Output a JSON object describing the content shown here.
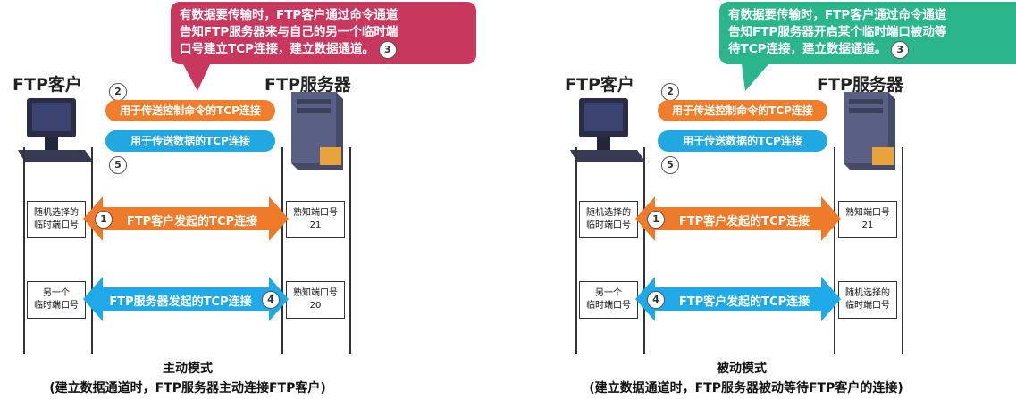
{
  "active": {
    "client_label": "FTP客户",
    "server_label": "FTP服务器",
    "callout": {
      "line1": "有数据要传输时，FTP客户通过命令通道",
      "line2": "告知FTP服务器来与自己的另一个临时端",
      "line3": "口号建立TCP连接，建立数据通道。",
      "num": "3"
    },
    "control_pill": {
      "num": "2",
      "label": "用于传送控制命令的TCP连接"
    },
    "data_pill": {
      "num": "5",
      "label": "用于传送数据的TCP连接"
    },
    "conn1": {
      "num": "1",
      "label": "FTP客户发起的TCP连接"
    },
    "conn2": {
      "num": "4",
      "label": "FTP服务器发起的TCP连接"
    },
    "client_port1": {
      "line1": "随机选择的",
      "line2": "临时端口号"
    },
    "server_port1": {
      "line1": "熟知端口号",
      "line2": "21"
    },
    "client_port2": {
      "line1": "另一个",
      "line2": "临时端口号"
    },
    "server_port2": {
      "line1": "熟知端口号",
      "line2": "20"
    },
    "caption_title": "主动模式",
    "caption_sub": "(建立数据通道时，FTP服务器主动连接FTP客户)"
  },
  "passive": {
    "client_label": "FTP客户",
    "server_label": "FTP服务器",
    "callout": {
      "line1": "有数据要传输时，FTP客户通过命令通道",
      "line2": "告知FTP服务器开启某个临时端口被动等",
      "line3": "待TCP连接，建立数据通道。",
      "num": "3"
    },
    "control_pill": {
      "num": "2",
      "label": "用于传送控制命令的TCP连接"
    },
    "data_pill": {
      "num": "5",
      "label": "用于传送数据的TCP连接"
    },
    "conn1": {
      "num": "1",
      "label": "FTP客户发起的TCP连接"
    },
    "conn2": {
      "num": "4",
      "label": "FTP客户发起的TCP连接"
    },
    "client_port1": {
      "line1": "随机选择的",
      "line2": "临时端口号"
    },
    "server_port1": {
      "line1": "熟知端口号",
      "line2": "21"
    },
    "client_port2": {
      "line1": "另一个",
      "line2": "临时端口号"
    },
    "server_port2": {
      "line1": "随机选择的",
      "line2": "临时端口号"
    },
    "caption_title": "被动模式",
    "caption_sub": "(建立数据通道时，FTP服务器被动等待FTP客户的连接)"
  },
  "colors": {
    "callout_active": "#c8385e",
    "callout_passive": "#2bb58a",
    "control": "#f07d2c",
    "data": "#22a8e0",
    "orange_arrow": "#ef7a2a",
    "blue_arrow": "#20a9e8"
  }
}
